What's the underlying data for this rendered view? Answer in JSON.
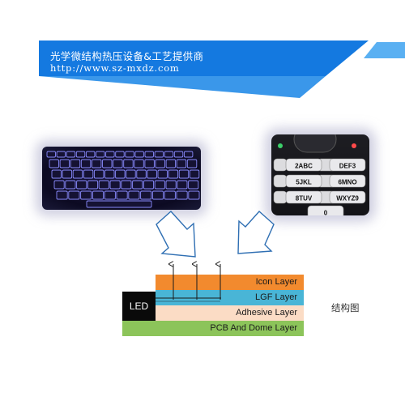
{
  "banner": {
    "title": "光学微结构热压设备&工艺提供商",
    "url": "http://www.sz-mxdz.com",
    "colors": {
      "dark": "#1479e0",
      "light": "#5ab0f2"
    }
  },
  "photos": {
    "keyboard": {
      "glow_color": "#8a8cff"
    },
    "phone": {
      "keys": [
        "2ABC",
        "DEF3",
        "5JKL",
        "6MNO",
        "8TUV",
        "WXYZ9",
        "0"
      ]
    }
  },
  "diagram": {
    "layers": {
      "icon": "Icon Layer",
      "lgf": "LGF Layer",
      "adhesive": "Adhesive Layer",
      "pcb": "PCB And Dome Layer"
    },
    "led_label": "LED",
    "structure_label": "结构图",
    "colors": {
      "icon": "#f28a2e",
      "lgf": "#49b5d6",
      "adhesive": "#fbdcc5",
      "pcb": "#8cc45a",
      "arrow": "#2f6fb3",
      "arrow_fill": "#ffffff"
    }
  }
}
